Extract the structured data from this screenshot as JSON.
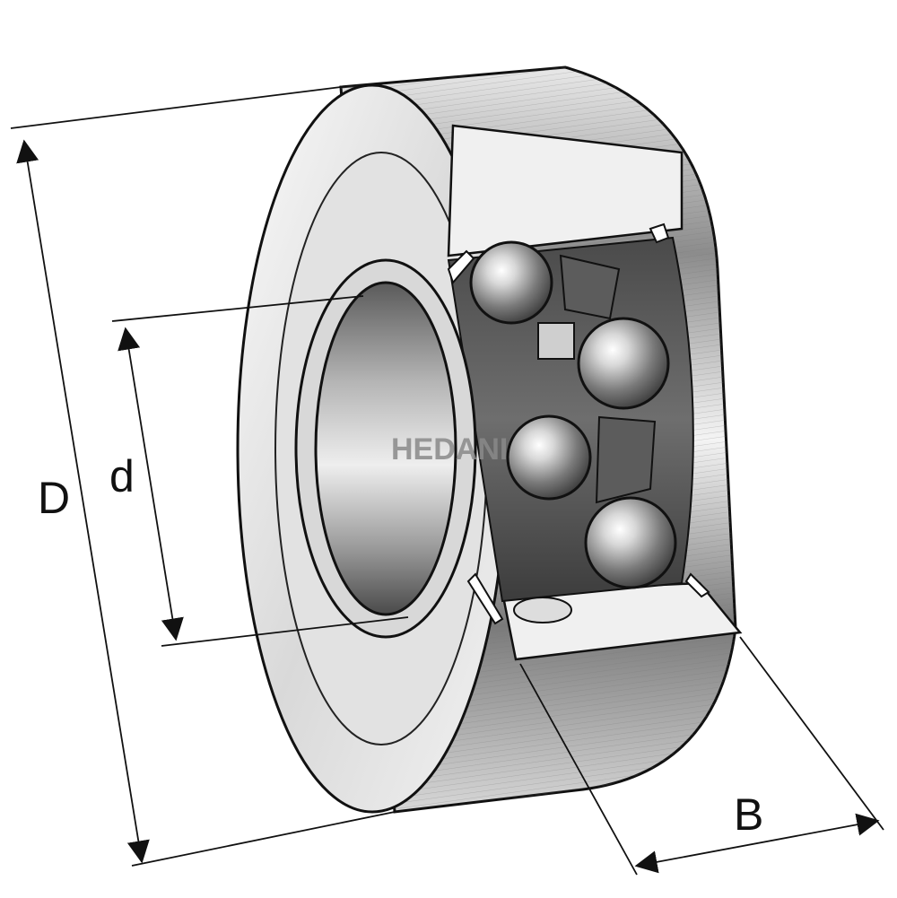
{
  "diagram": {
    "labels": {
      "outer_diameter": "D",
      "bore_diameter": "d",
      "width": "B"
    },
    "watermark": "HEDANI"
  }
}
